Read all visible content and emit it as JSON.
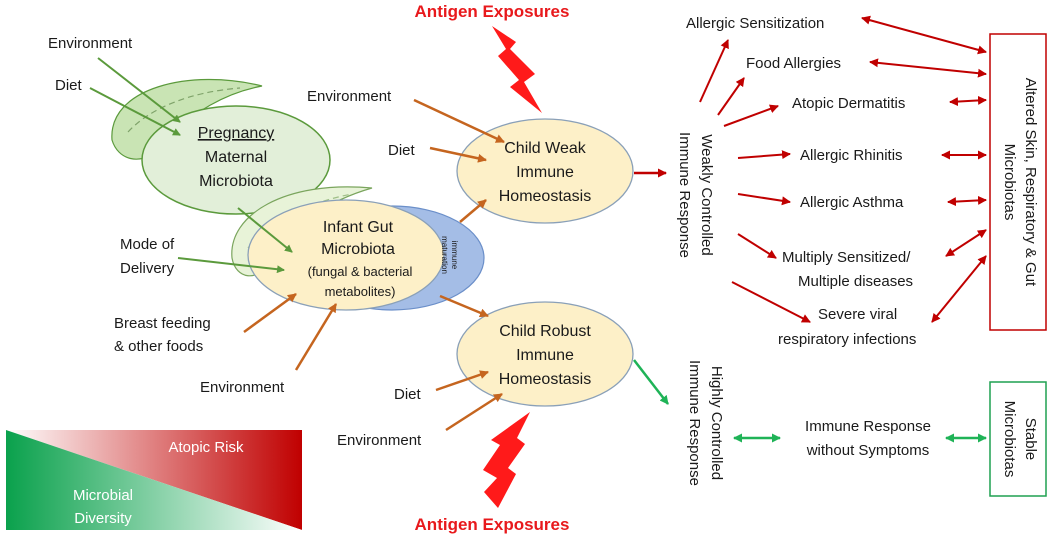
{
  "title_top": "Antigen Exposures",
  "title_bottom": "Antigen Exposures",
  "pregnancy": {
    "inputs": [
      "Environment",
      "Diet"
    ],
    "lines": [
      "Pregnancy",
      "Maternal",
      "Microbiota"
    ]
  },
  "infant": {
    "lines": [
      "Infant Gut",
      "Microbiota",
      "(fungal & bacterial",
      "metabolites)"
    ],
    "maturation": [
      "immune",
      "maturation"
    ],
    "inputs": {
      "mode_delivery": [
        "Mode of",
        "Delivery"
      ],
      "breast_feeding": [
        "Breast feeding",
        "& other foods"
      ],
      "environment": "Environment"
    }
  },
  "weak": {
    "lines": [
      "Child Weak",
      "Immune",
      "Homeostasis"
    ],
    "inputs": [
      "Environment",
      "Diet"
    ],
    "response": [
      "Weakly Controlled",
      "Immune Response"
    ]
  },
  "robust": {
    "lines": [
      "Child Robust",
      "Immune",
      "Homeostasis"
    ],
    "inputs": [
      "Diet",
      "Environment"
    ],
    "response": [
      "Highly Controlled",
      "Immune Response"
    ]
  },
  "outcomes": {
    "allergic_sensitization": "Allergic Sensitization",
    "food_allergies": "Food Allergies",
    "atopic_dermatitis": "Atopic Dermatitis",
    "allergic_rhinitis": "Allergic Rhinitis",
    "allergic_asthma": "Allergic Asthma",
    "multiply": [
      "Multiply Sensitized/",
      "Multiple diseases"
    ],
    "severe": [
      "Severe viral",
      "respiratory infections"
    ]
  },
  "altered_box": [
    "Altered Skin, Respiratory & Gut",
    "Microbiotas"
  ],
  "no_symptoms": [
    "Immune Response",
    "without Symptoms"
  ],
  "stable_box": [
    "Stable",
    "Microbiotas"
  ],
  "legend": {
    "atopic_risk": "Atopic Risk",
    "microbial_diversity": [
      "Microbial",
      "Diversity"
    ]
  },
  "colors": {
    "green_arrow": "#5b9a3c",
    "orange_arrow": "#c5651f",
    "red_arrow": "#c00000",
    "bright_green_arrow": "#1fb357",
    "pregnancy_fill": "#e2efd9",
    "leaf_fill": "#c9e4b4",
    "ellipse_fill": "#fdf0c8",
    "maturation_fill": "#a4bde6",
    "red_box_border": "#c00000",
    "green_box_border": "#1fa150",
    "bolt": "#ff1a1a"
  }
}
